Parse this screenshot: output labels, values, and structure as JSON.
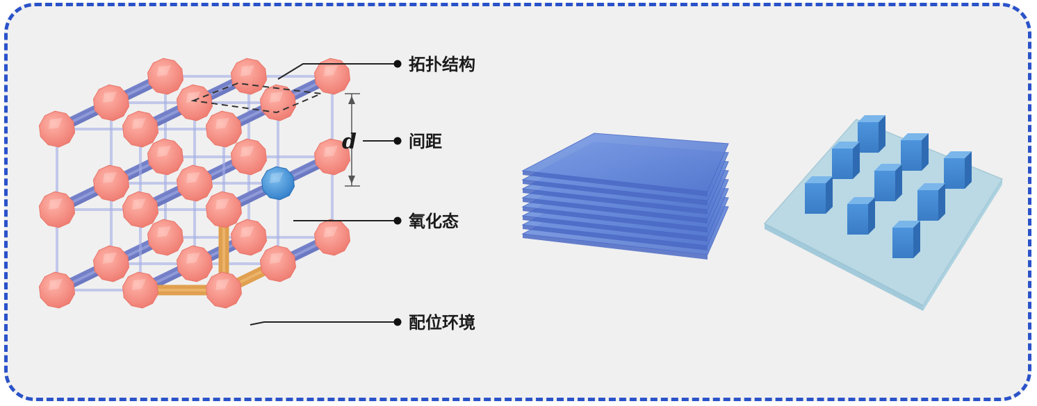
{
  "labels": {
    "topology": "拓扑结构",
    "spacing": "间距",
    "oxidation": "氧化态",
    "coordination": "配位环境",
    "d": "d"
  },
  "colors": {
    "border": "#2a52c9",
    "background": "#f0f0f0",
    "node": "#f48a80",
    "rod": "#6a78c2",
    "oxidation_node": "#3d8fd6",
    "coordination_rod": "#e0a050",
    "sheet": "#5b82d6",
    "pillar": "#3f86d2",
    "substrate": "#a9d2e2"
  },
  "icons": [
    "crystal-lattice-icon",
    "stacked-layers-icon",
    "pillar-array-icon"
  ]
}
